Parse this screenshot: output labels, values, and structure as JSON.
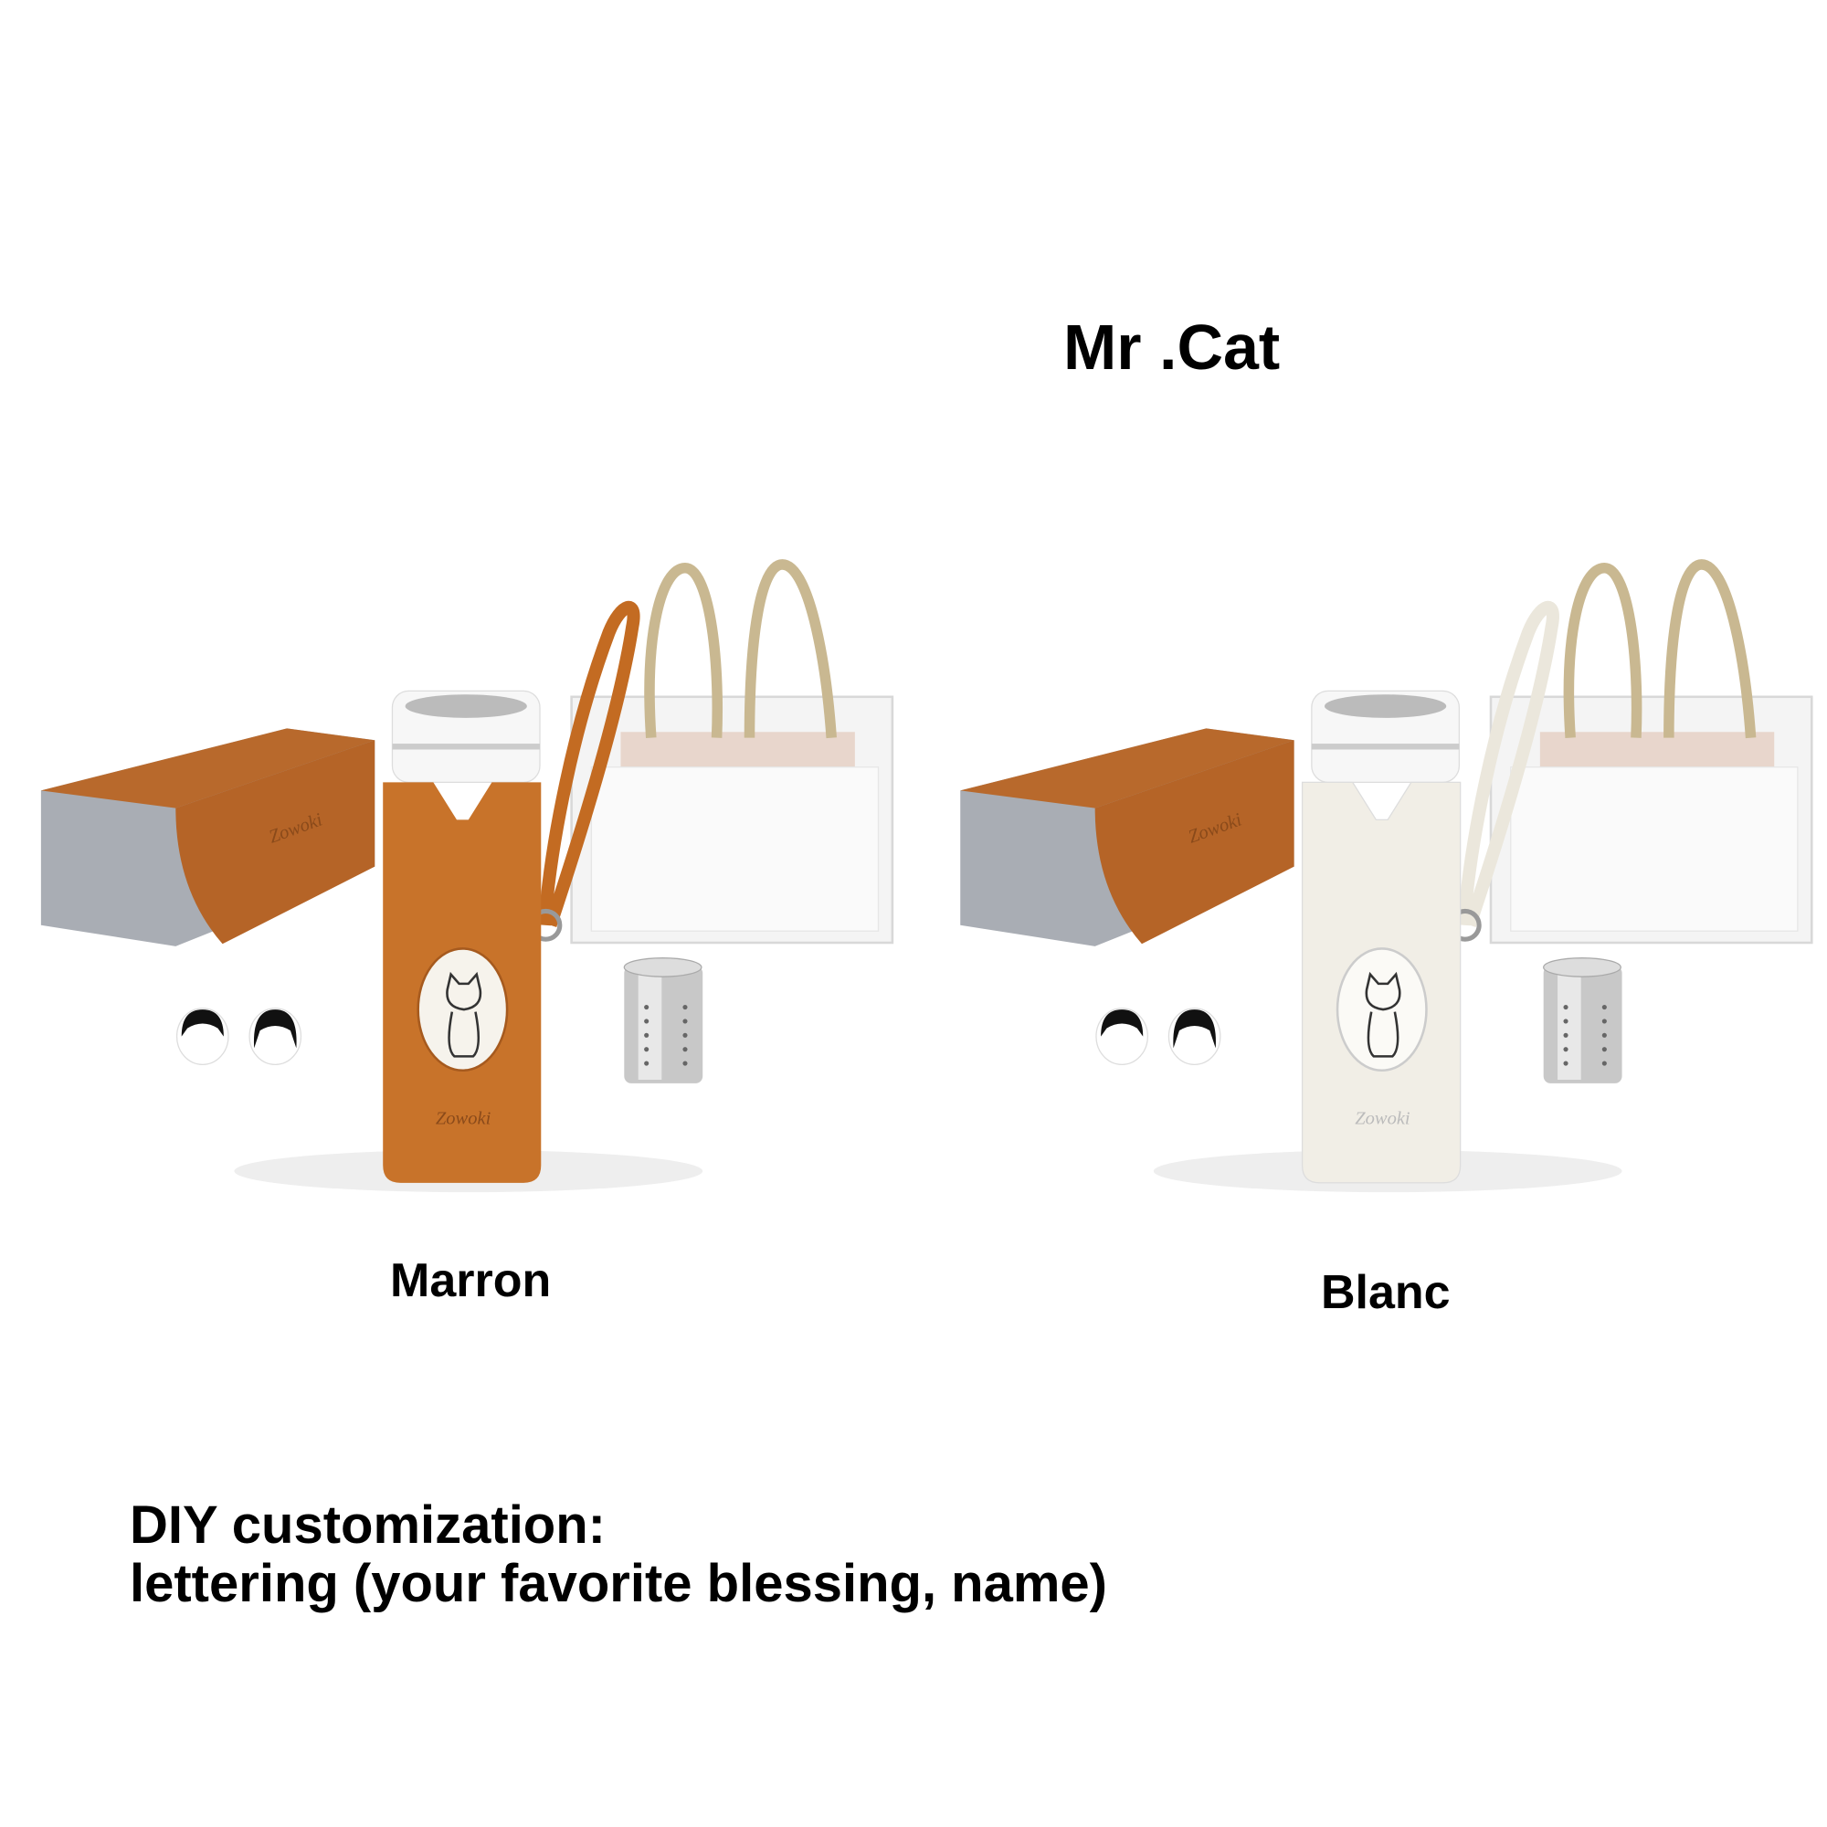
{
  "title": "Mr .Cat",
  "variants": [
    {
      "label": "Marron",
      "sleeve_color": "#c8732a",
      "strap_color": "#c36b22"
    },
    {
      "label": "Blanc",
      "sleeve_color": "#f1eee6",
      "strap_color": "#ebe7dc"
    }
  ],
  "customization": {
    "line1": "DIY customization:",
    "line2": "lettering (your favorite blessing, name)"
  },
  "brand_logo": "Zowoki"
}
